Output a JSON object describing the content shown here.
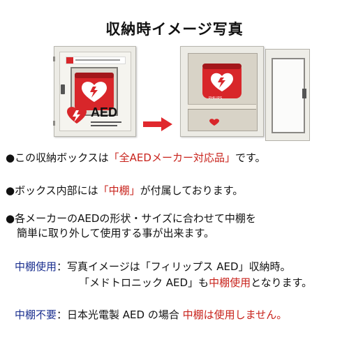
{
  "title": "収納時イメージ写真",
  "images": {
    "closed_box": {
      "logo_text": "AED",
      "heart_icon": "heart-bolt-icon"
    },
    "arrow_color": "#e0282d",
    "open_box": {
      "pouch_brand": "PHILIPS",
      "pouch_color": "#d8262a"
    }
  },
  "colors": {
    "accent_red": "#c8221b",
    "label_blue": "#1a2f8f"
  },
  "bullets": [
    {
      "mark": "●",
      "pre": "この収納ボックスは",
      "em": "「全AEDメーカー対応品」",
      "post": "です。"
    },
    {
      "mark": "●",
      "pre": "ボックス内部には",
      "em": "「中棚」",
      "post": "が付属しております。"
    },
    {
      "mark": "●",
      "line1": "各メーカーのAEDの形状・サイズに合わせて中棚を",
      "line2": "簡単に取り外して使用する事が出来ます。"
    }
  ],
  "notes": {
    "shelf_used": {
      "label": "中棚使用",
      "colon": "：",
      "line1": "写真イメージは「フィリップス AED」収納時。",
      "line2_pre": "「メドトロニック AED」も",
      "line2_em": "中棚使用",
      "line2_post": "となります。"
    },
    "shelf_not_needed": {
      "label": "中棚不要",
      "colon": "：",
      "text": "日本光電製 AED の場合 ",
      "em": "中棚は使用しません。"
    }
  }
}
